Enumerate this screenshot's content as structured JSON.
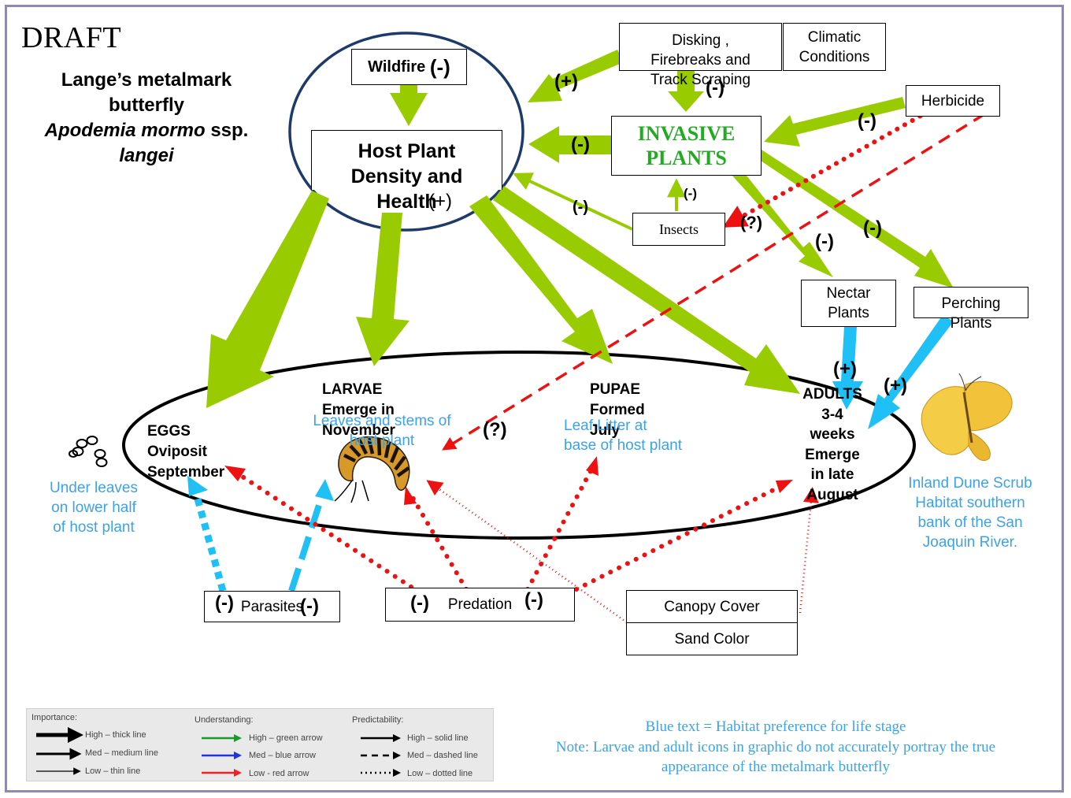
{
  "watermark": "DRAFT",
  "species": {
    "line1": "Lange’s metalmark",
    "line2": "butterfly",
    "line3_italic": "Apodemia mormo",
    "line3_rest": " ssp.",
    "line4": "langei"
  },
  "boxes": {
    "wildfire": "Wildfire",
    "wildfire_sign": "(-)",
    "host_plant": "Host Plant\nDensity and\nHealth",
    "host_plant_sign": "(+)",
    "disking": "Disking ,\nFirebreaks and\nTrack Scraping",
    "climatic": "Climatic\nConditions",
    "invasive": "INVASIVE\nPLANTS",
    "herbicide": "Herbicide",
    "insects": "Insects",
    "nectar": "Nectar\nPlants",
    "perching": "Perching\nPlants",
    "parasites": "Parasites",
    "predation": "Predation",
    "canopy": "Canopy Cover",
    "sand": "Sand Color"
  },
  "signs": {
    "disking_to_host": "(+)",
    "disking_to_invasive": "(-)",
    "invasive_to_host": "(-)",
    "herbicide_to_invasive": "(-)",
    "insects_to_host": "(-)",
    "insects_to_invasive": "(-)",
    "herbicide_to_insects": "(?)",
    "invasive_to_nectar": "(-)",
    "invasive_to_perching": "(-)",
    "nectar_to_adult": "(+)",
    "perching_to_adult": "(+)",
    "herbicide_to_larvae": "(?)",
    "parasites_left": "(-)",
    "parasites_right": "(-)",
    "predation_left": "(-)",
    "predation_right": "(-)"
  },
  "life_stages": {
    "eggs": "EGGS\nOviposit\nSeptember",
    "larvae": "LARVAE\nEmerge in\nNovember",
    "pupae": "PUPAE\nFormed\nJuly",
    "adults": "ADULTS\n3-4\nweeks\nEmerge\nin late\nAugust"
  },
  "habitat": {
    "eggs": "Under leaves\non lower half\nof host plant",
    "larvae": "Leaves and stems of\nhost plant",
    "pupae": "Leaf Litter at\nbase of host plant",
    "adults": "Inland Dune Scrub\nHabitat southern\nbank of the San\nJoaquin River."
  },
  "notes": {
    "line1": "Blue text = Habitat preference for life stage",
    "line2": "Note: Larvae and adult icons in graphic do not accurately portray the true",
    "line3": "appearance of the metalmark butterfly"
  },
  "legend": {
    "importance_title": "Importance:",
    "importance": [
      "High – thick line",
      "Med – medium line",
      "Low – thin line"
    ],
    "understanding_title": "Understanding:",
    "understanding": [
      "High – green arrow",
      "Med – blue arrow",
      "Low - red arrow"
    ],
    "predictability_title": "Predictability:",
    "predictability": [
      "High – solid line",
      "Med – dashed line",
      "Low – dotted line"
    ]
  },
  "colors": {
    "green": "#99cc00",
    "blue": "#1ec0f5",
    "red": "#ee1111",
    "invasive_text": "#22aa22",
    "habitat_text": "#3ba3e8",
    "frame": "#8e8ab0"
  }
}
